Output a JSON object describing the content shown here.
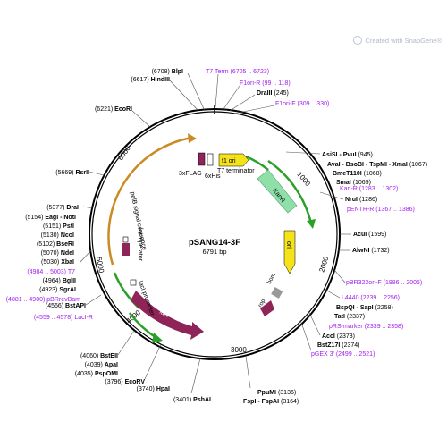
{
  "credit": "Created with SnapGene®",
  "plasmid": {
    "name": "pSANG14-3F",
    "size": "6791 bp"
  },
  "colors": {
    "site": "#000000",
    "primer": "#a020f0",
    "ori": "#f5e31a",
    "kanr": "#8fe0a8",
    "laci": "#8e2457",
    "signal_arrow": "#cc8a22",
    "green_arrow": "#2aa02a"
  },
  "ticks": [
    "1000",
    "2000",
    "3000",
    "4000",
    "5000",
    "6000"
  ],
  "features": {
    "f1_ori": "f1 ori",
    "kanr": "KanR",
    "ori": "ori",
    "rop": "rop",
    "bom": "bom",
    "laci": "lacI",
    "laci_promoter": "lacI promoter",
    "lac_operator": "lac operator",
    "pelb": "pelB signal sequence",
    "t7_terminator": "T7 terminator",
    "flag": "3xFLAG",
    "his": "6xHis"
  },
  "sites_left": [
    {
      "pos": "(6708)",
      "name": "BlpI"
    },
    {
      "pos": "(6617)",
      "name": "HindIII"
    },
    {
      "pos": "(6221)",
      "name": "EcoRI"
    },
    {
      "pos": "(5669)",
      "name": "RsrII"
    },
    {
      "pos": "(5377)",
      "name": "DraI"
    },
    {
      "pos": "(5154)",
      "name": "EagI - NotI"
    },
    {
      "pos": "(5151)",
      "name": "PstI"
    },
    {
      "pos": "(5130)",
      "name": "NcoI"
    },
    {
      "pos": "(5102)",
      "name": "BseRI"
    },
    {
      "pos": "(5070)",
      "name": "NdeI"
    },
    {
      "pos": "(5030)",
      "name": "XbaI"
    },
    {
      "pos": "(4964)",
      "name": "BglII"
    },
    {
      "pos": "(4923)",
      "name": "SgrAI"
    },
    {
      "pos": "(4566)",
      "name": "BstAPI"
    },
    {
      "pos": "(4060)",
      "name": "BstEII"
    },
    {
      "pos": "(4039)",
      "name": "ApaI"
    },
    {
      "pos": "(4035)",
      "name": "PspOMI"
    },
    {
      "pos": "(3796)",
      "name": "EcoRV"
    },
    {
      "pos": "(3740)",
      "name": "HpaI"
    },
    {
      "pos": "(3401)",
      "name": "PshAI"
    }
  ],
  "primers_left": [
    {
      "name": "T7",
      "range": "(4984 .. 5003)"
    },
    {
      "name": "pBRrevBam",
      "range": "(4881 .. 4900)"
    },
    {
      "name": "LacI-R",
      "range": "(4559 .. 4578)"
    }
  ],
  "sites_right": [
    {
      "name": "DraIII",
      "pos": "(245)"
    },
    {
      "name": "AsiSI - PvuI",
      "pos": "(945)"
    },
    {
      "name": "AvaI - BsoBI - TspMI - XmaI",
      "pos": "(1067)"
    },
    {
      "name": "BmeT110I",
      "pos": "(1068)"
    },
    {
      "name": "SmaI",
      "pos": "(1069)"
    },
    {
      "name": "NruI",
      "pos": "(1286)"
    },
    {
      "name": "AcuI",
      "pos": "(1599)"
    },
    {
      "name": "AlwNI",
      "pos": "(1732)"
    },
    {
      "name": "BspQI - SapI",
      "pos": "(2258)"
    },
    {
      "name": "TatI",
      "pos": "(2337)"
    },
    {
      "name": "AccI",
      "pos": "(2373)"
    },
    {
      "name": "BstZ17I",
      "pos": "(2374)"
    },
    {
      "name": "PpuMI",
      "pos": "(3136)"
    },
    {
      "name": "FspI - FspAI",
      "pos": "(3164)"
    }
  ],
  "primers_right": [
    {
      "name": "T7 Term",
      "range": "(6705 .. 6723)"
    },
    {
      "name": "F1ori-R",
      "range": "(99 .. 118)"
    },
    {
      "name": "F1ori-F",
      "range": "(309 .. 330)"
    },
    {
      "name": "Kan-R",
      "range": "(1283 .. 1302)"
    },
    {
      "name": "pENTR-R",
      "range": "(1367 .. 1386)"
    },
    {
      "name": "pBR322ori-F",
      "range": "(1986 .. 2005)"
    },
    {
      "name": "L4440",
      "range": "(2239 .. 2256)"
    },
    {
      "name": "pRS-marker",
      "range": "(2339 .. 2358)"
    },
    {
      "name": "pGEX 3'",
      "range": "(2499 .. 2521)"
    }
  ]
}
